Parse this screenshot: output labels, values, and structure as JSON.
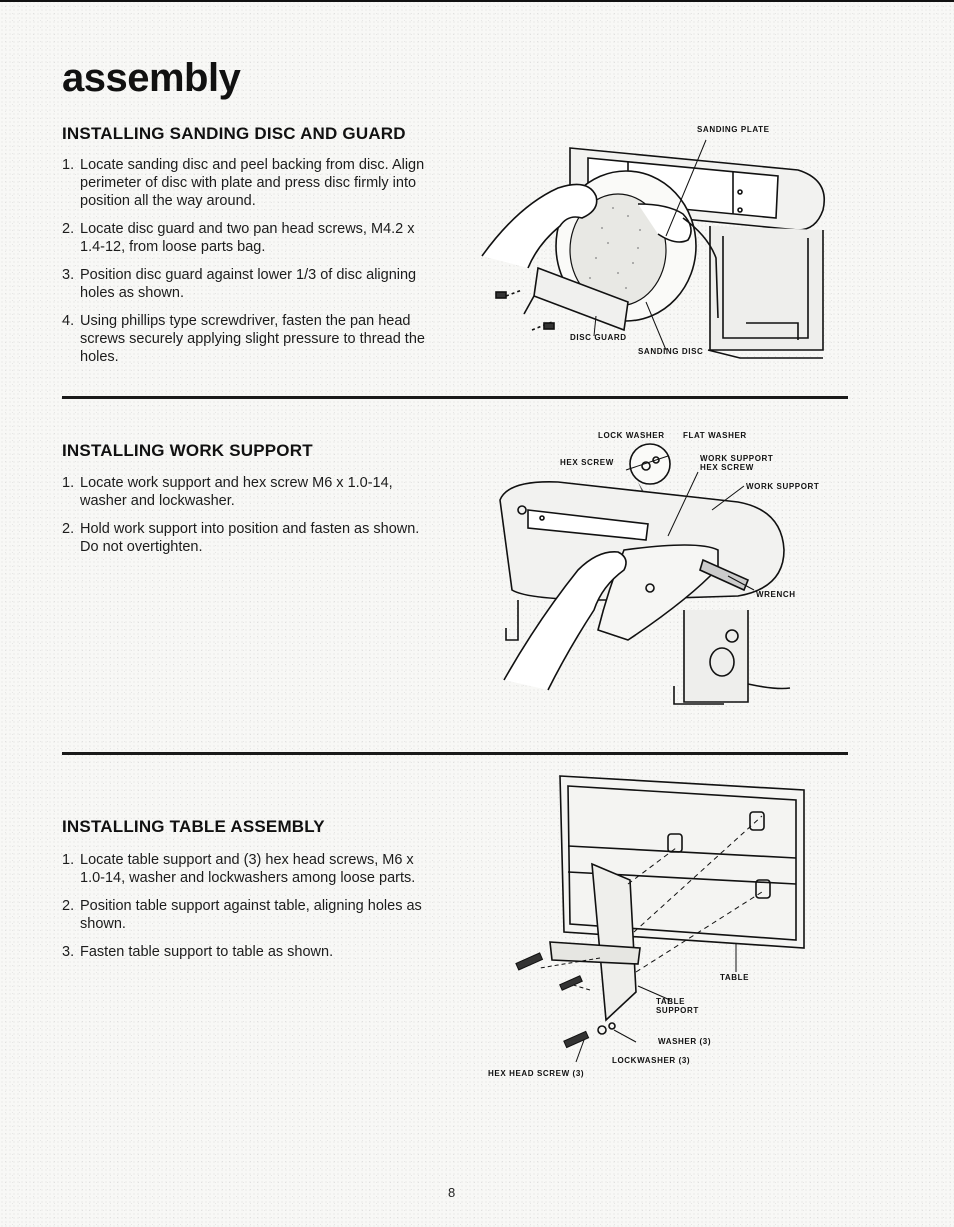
{
  "page": {
    "heading": "assembly",
    "page_number": "8"
  },
  "sections": [
    {
      "title": "INSTALLING SANDING DISC AND GUARD",
      "steps": [
        {
          "num": "1.",
          "text": "Locate sanding disc and peel backing from disc. Align perimeter of disc with plate and press disc firmly into position all the way around."
        },
        {
          "num": "2.",
          "text": "Locate disc guard and two pan head screws, M4.2 x 1.4-12, from loose parts bag."
        },
        {
          "num": "3.",
          "text": "Position disc guard against lower 1/3 of disc aligning holes as shown."
        },
        {
          "num": "4.",
          "text": "Using phillips type screwdriver, fasten the pan head screws securely applying slight pressure to thread the holes."
        }
      ],
      "figure_labels": {
        "sanding_plate": "SANDING PLATE",
        "disc_guard": "DISC GUARD",
        "sanding_disc": "SANDING DISC"
      }
    },
    {
      "title": "INSTALLING WORK SUPPORT",
      "steps": [
        {
          "num": "1.",
          "text": "Locate work support and hex screw M6 x 1.0-14, washer and lockwasher."
        },
        {
          "num": "2.",
          "text": "Hold work support into position and fasten as shown. Do not overtighten."
        }
      ],
      "figure_labels": {
        "lock_washer": "LOCK WASHER",
        "flat_washer": "FLAT WASHER",
        "hex_screw": "HEX SCREW",
        "work_support_hex_screw": "WORK SUPPORT HEX SCREW",
        "work_support": "WORK SUPPORT",
        "wrench": "WRENCH"
      }
    },
    {
      "title": "INSTALLING TABLE ASSEMBLY",
      "steps": [
        {
          "num": "1.",
          "text": "Locate table support and (3) hex head screws, M6 x 1.0-14, washer and lockwashers among loose parts."
        },
        {
          "num": "2.",
          "text": "Position table support against table, aligning holes as shown."
        },
        {
          "num": "3.",
          "text": "Fasten table support to table as shown."
        }
      ],
      "figure_labels": {
        "table": "TABLE",
        "table_support": "TABLE SUPPORT",
        "washer": "WASHER (3)",
        "lockwasher": "LOCKWASHER (3)",
        "hex_head_screw": "HEX HEAD SCREW (3)"
      }
    }
  ]
}
